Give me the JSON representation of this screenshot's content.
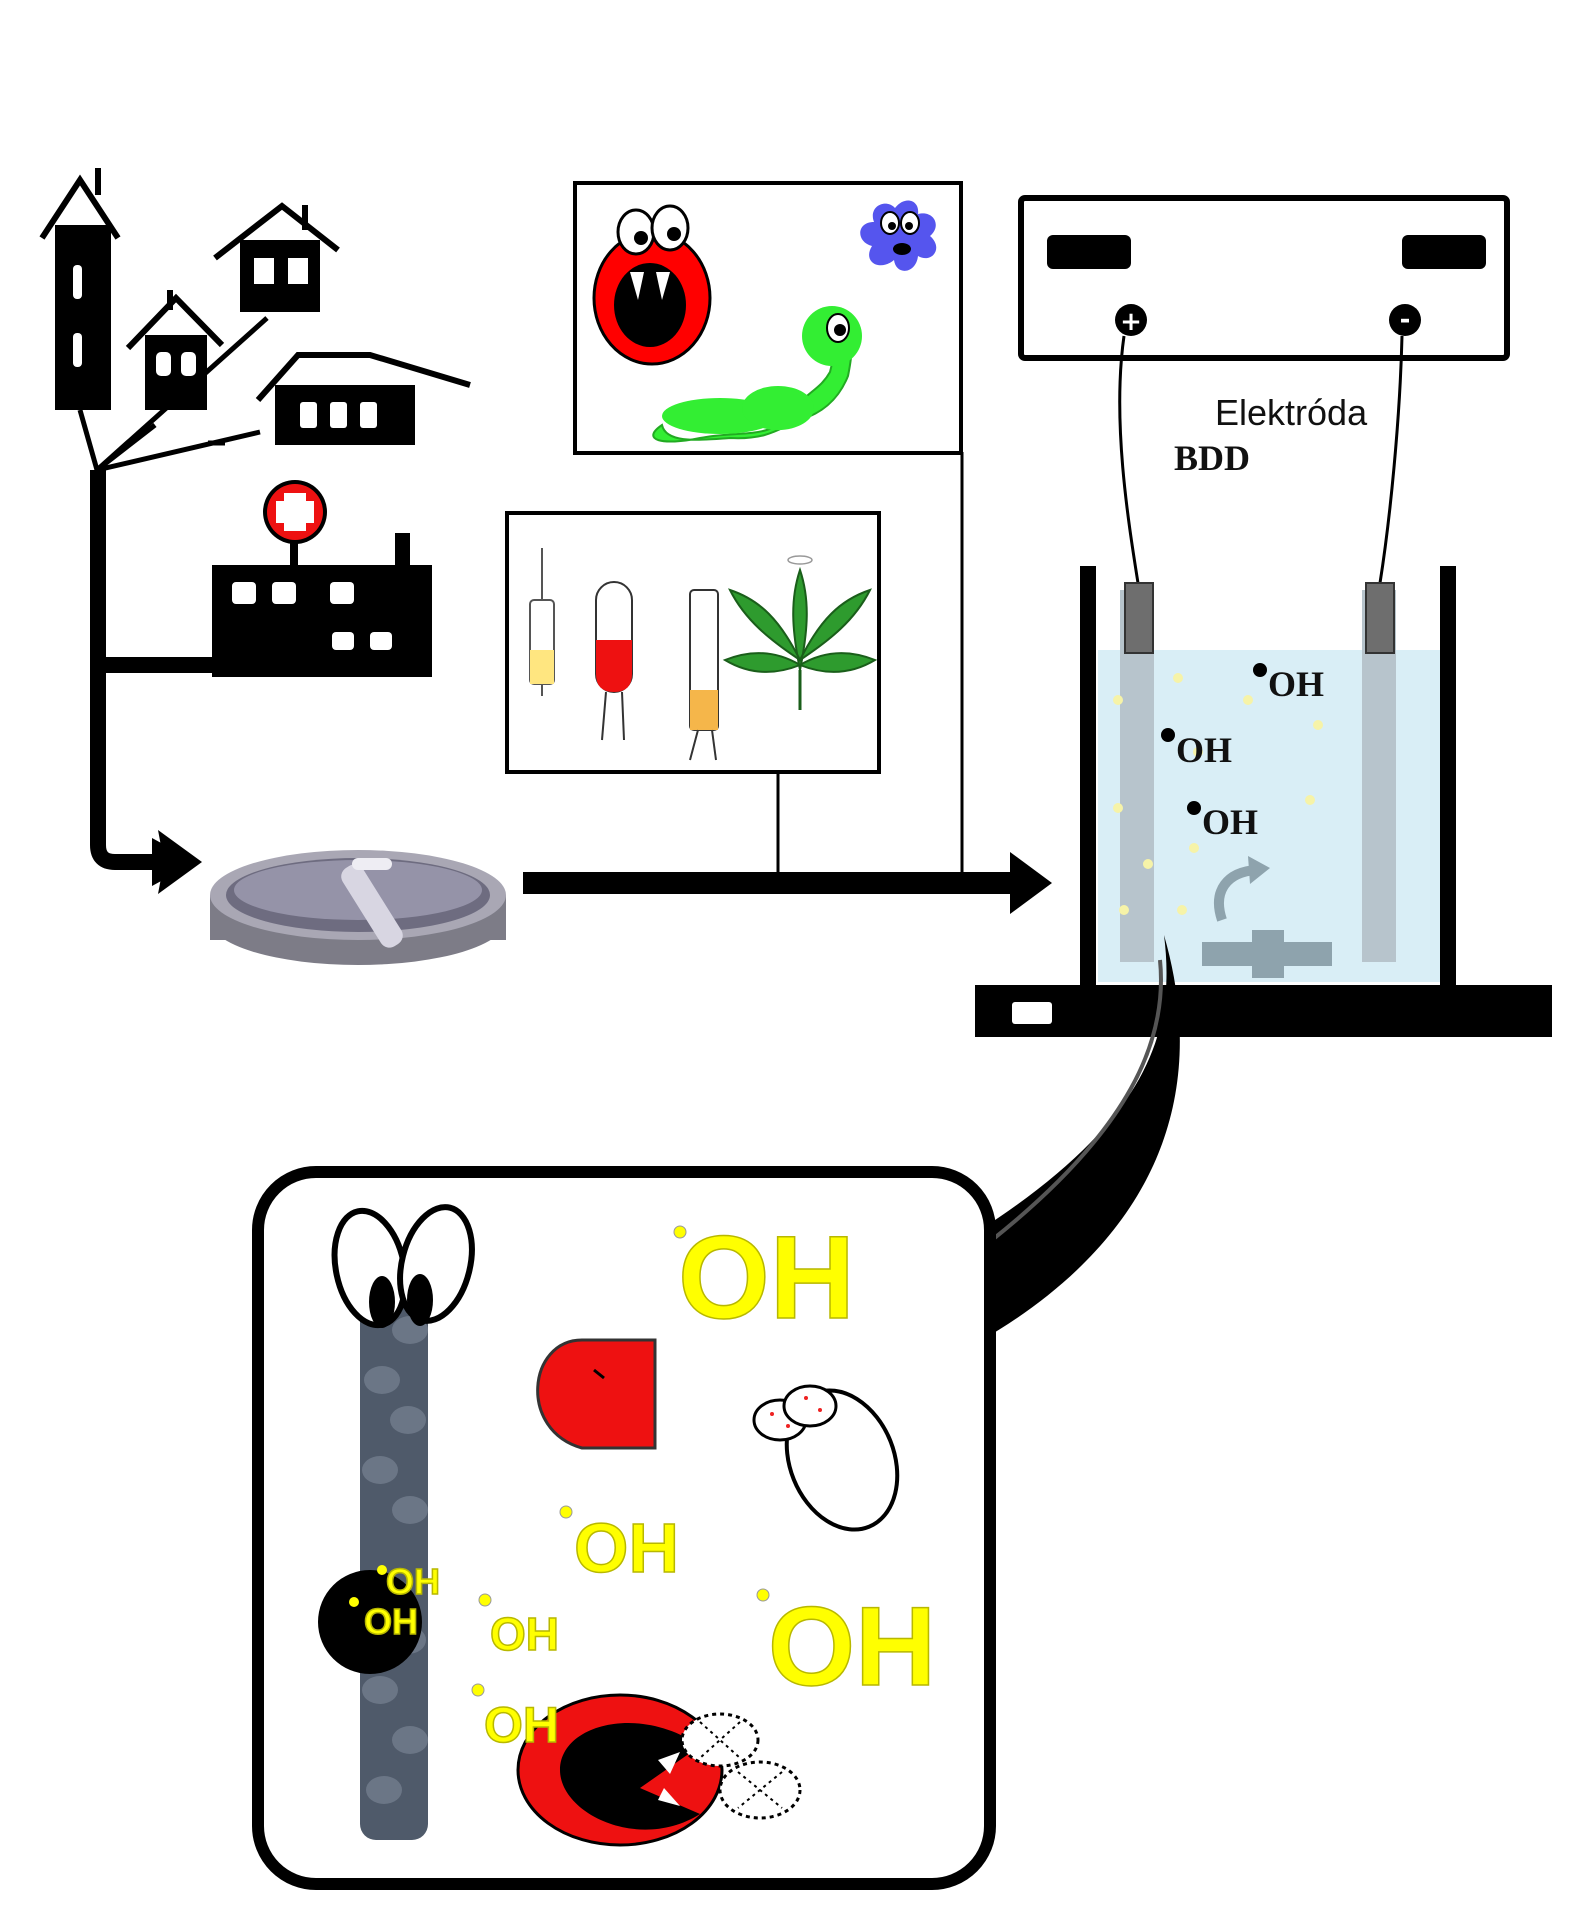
{
  "labels": {
    "electrode": "Elektróda",
    "electrode_type": "BDD",
    "plus": "+",
    "minus": "-",
    "radical": "OH"
  },
  "colors": {
    "ink": "#000000",
    "solution": "#d9eef6",
    "electrode": "#6e6e6e",
    "oh_yellow": "#ffff00",
    "microbe_red": "#ff0000",
    "microbe_green": "#33ee33",
    "microbe_blue": "#5555ee",
    "cross_red": "#ee2222",
    "leaf_green": "#2e9b2e",
    "pill_red": "#ee1111"
  },
  "icons": [
    "city-icon",
    "hospital-icon",
    "settling-tank-icon",
    "microbes-icon",
    "drugs-icon",
    "power-supply-icon",
    "electrochemical-cell-icon",
    "bdd-electrode-icon"
  ]
}
